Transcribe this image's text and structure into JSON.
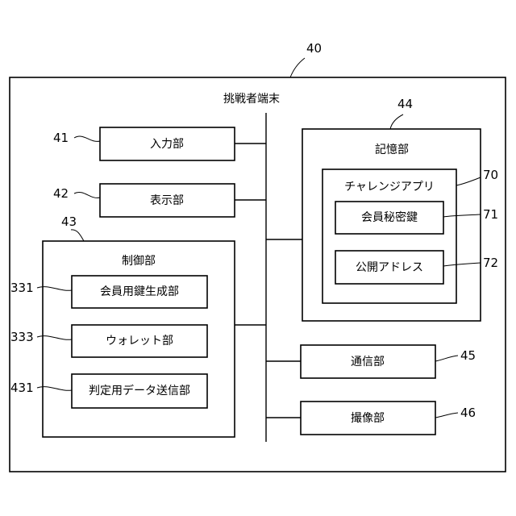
{
  "terminal": {
    "ref": "40",
    "title": "挑戦者端末"
  },
  "input_unit": {
    "ref": "41",
    "label": "入力部"
  },
  "display_unit": {
    "ref": "42",
    "label": "表示部"
  },
  "control_unit": {
    "ref": "43",
    "label": "制御部",
    "key_gen": {
      "ref": "331",
      "label": "会員用鍵生成部"
    },
    "wallet": {
      "ref": "333",
      "label": "ウォレット部"
    },
    "judge_send": {
      "ref": "431",
      "label": "判定用データ送信部"
    }
  },
  "storage_unit": {
    "ref": "44",
    "label": "記憶部",
    "app": {
      "ref": "70",
      "label": "チャレンジアプリ",
      "secret_key": {
        "ref": "71",
        "label": "会員秘密鍵"
      },
      "public_address": {
        "ref": "72",
        "label": "公開アドレス"
      }
    }
  },
  "comm_unit": {
    "ref": "45",
    "label": "通信部"
  },
  "camera_unit": {
    "ref": "46",
    "label": "撮像部"
  }
}
